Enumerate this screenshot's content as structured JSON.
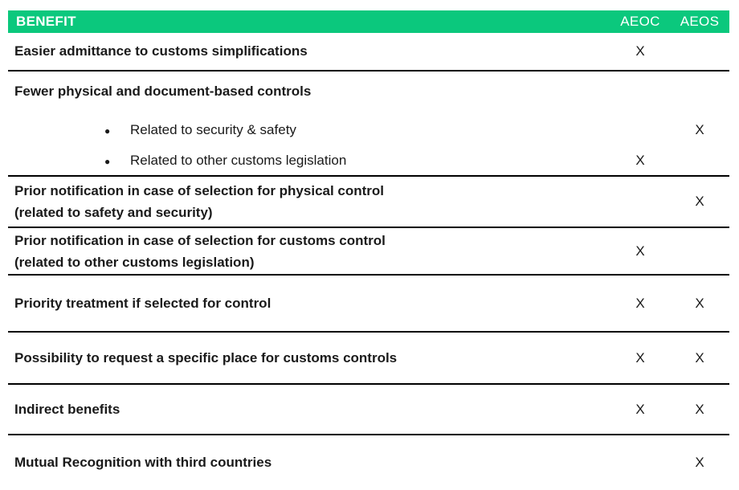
{
  "colors": {
    "header_bg": "#0bc87d",
    "header_text": "#ffffff",
    "body_text": "#1a1a1a",
    "rule": "#000000"
  },
  "icons": {
    "bullet": "●"
  },
  "table": {
    "header": {
      "benefit": "BENEFIT",
      "aeoc": "AEOC",
      "aeos": "AEOS"
    },
    "rows": [
      {
        "label": "Easier admittance to customs simplifications",
        "aeoc": "X",
        "aeos": ""
      },
      {
        "label": "Fewer physical and document-based controls",
        "aeoc": "",
        "aeos": "",
        "sub": [
          {
            "label": "Related to security & safety",
            "aeoc": "",
            "aeos": "X"
          },
          {
            "label": "Related to other customs legislation",
            "aeoc": "X",
            "aeos": ""
          }
        ]
      },
      {
        "label": "Prior notification in case of selection for physical control",
        "label2": "(related to safety and security)",
        "aeoc": "",
        "aeos": "X"
      },
      {
        "label": "Prior notification in case of selection for customs control",
        "label2": "(related to other customs legislation)",
        "aeoc": "X",
        "aeos": ""
      },
      {
        "label": "Priority treatment if selected for control",
        "aeoc": "X",
        "aeos": "X"
      },
      {
        "label": "Possibility to request a specific place for customs controls",
        "aeoc": "X",
        "aeos": "X"
      },
      {
        "label": "Indirect benefits",
        "aeoc": "X",
        "aeos": "X"
      },
      {
        "label": "Mutual Recognition with third countries",
        "aeoc": "",
        "aeos": "X"
      }
    ]
  }
}
